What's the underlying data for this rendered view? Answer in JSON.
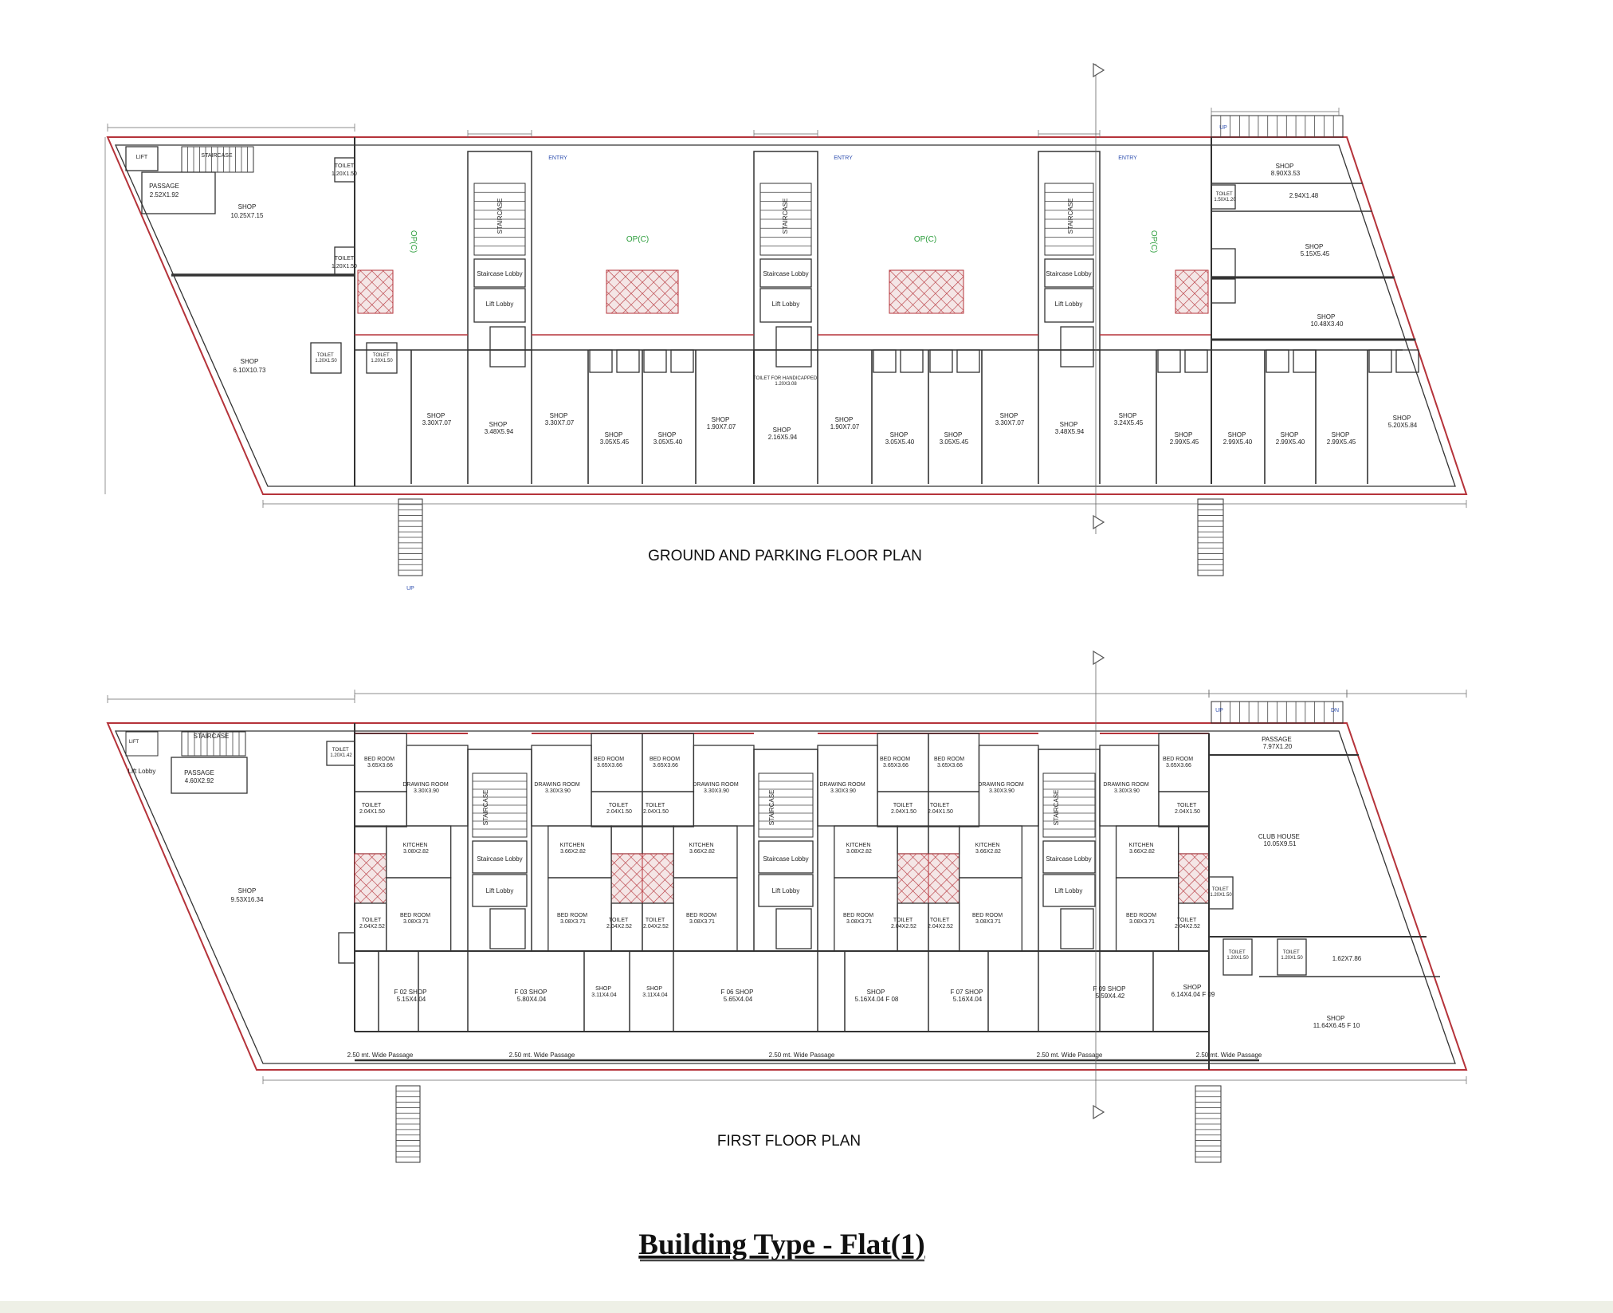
{
  "title": "Building Type - Flat(1)",
  "colors": {
    "outer_wall": "#b5333a",
    "wall": "#333333",
    "hatch": "#b5333a",
    "open_court_text": "#2a9d3a",
    "footer_band": "#eef0e6"
  },
  "ground_floor": {
    "title": "GROUND AND PARKING FLOOR PLAN",
    "labels": [
      "LIFT",
      "STAIRCASE",
      "PASSAGE",
      "2.52X1.92",
      "SHOP",
      "10.25X7.15",
      "TOILET",
      "1.20X1.50",
      "TOILET",
      "1.20X1.50",
      "SHOP",
      "6.10X10.73",
      "TOILET 1.20X1.50",
      "TOILET 1.20X1.50",
      "OP(C)",
      "OP(C)",
      "OP(C)",
      "OP(C)",
      "STAIRCASE",
      "STAIRCASE",
      "STAIRCASE",
      "Staircase Lobby",
      "Staircase Lobby",
      "Staircase Lobby",
      "Lift Lobby",
      "Lift Lobby",
      "Lift Lobby",
      "ENTRY",
      "ENTRY",
      "ENTRY",
      "SHOP 3.30X7.07",
      "SHOP 3.48X5.94",
      "SHOP 3.30X7.07",
      "SHOP 3.05X5.45",
      "SHOP 3.05X5.40",
      "SHOP 1.90X7.07",
      "SHOP 2.16X5.94",
      "TOILET FOR HANDICAPPED 1.20X3.08",
      "SHOP 1.90X7.07",
      "SHOP 3.05X5.40",
      "SHOP 3.05X5.45",
      "SHOP 3.30X7.07",
      "SHOP 3.48X5.94",
      "SHOP 3.24X5.45",
      "SHOP 2.99X5.45",
      "SHOP 2.99X5.40",
      "SHOP 2.99X5.40",
      "SHOP 2.99X5.45",
      "SHOP 5.20X5.84",
      "SHOP 8.90X3.53",
      "TOILET 1.50X1.20",
      "2.94X1.48",
      "SHOP 5.15X5.45",
      "SHOP 10.48X3.40",
      "UP",
      "UP"
    ]
  },
  "first_floor": {
    "title": "FIRST FLOOR PLAN",
    "labels": [
      "STAIRCASE",
      "LIFT",
      "Lift Lobby",
      "PASSAGE",
      "4.60X2.92",
      "TOILET 1.20X1.42",
      "SHOP",
      "9.53X16.34",
      "BED ROOM 3.65X3.66",
      "DRAWING ROOM 3.30X3.90",
      "TOILET 2.04X1.50",
      "KITCHEN 3.08X2.82",
      "BED ROOM 3.08X3.71",
      "TOILET 2.04X2.52",
      "DRAWING ROOM 3.30X3.90",
      "BED ROOM 3.65X3.66",
      "TOILET 2.04X1.50",
      "KITCHEN 3.66X2.82",
      "BED ROOM 3.08X3.71",
      "TOILET 2.04X2.52",
      "BED ROOM 3.65X3.66",
      "TOILET 2.04X1.50",
      "DRAWING ROOM 3.30X3.90",
      "KITCHEN 3.66X2.82",
      "BED ROOM 3.08X3.71",
      "TOILET 2.04X2.52",
      "DRAWING ROOM 3.30X3.90",
      "BED ROOM 3.65X3.66",
      "TOILET 2.04X1.50",
      "KITCHEN 3.08X2.82",
      "BED ROOM 3.08X3.71",
      "TOILET 2.04X2.52",
      "BED ROOM 3.65X3.66",
      "TOILET 2.04X1.50",
      "DRAWING ROOM 3.30X3.90",
      "KITCHEN 3.66X2.82",
      "BED ROOM 3.08X3.71",
      "TOILET 2.04X2.52",
      "DRAWING ROOM 3.30X3.90",
      "BED ROOM 3.65X3.66",
      "TOILET 2.04X1.50",
      "KITCHEN 3.66X2.82",
      "BED ROOM 3.08X3.71",
      "TOILET 2.04X2.52",
      "STAIRCASE",
      "STAIRCASE",
      "STAIRCASE",
      "Staircase Lobby",
      "Staircase Lobby",
      "Staircase Lobby",
      "Lift Lobby",
      "Lift Lobby",
      "Lift Lobby",
      "F 02 SHOP 5.15X4.04",
      "F 03 SHOP 5.80X4.04",
      "SHOP 3.11X4.04",
      "SHOP 3.11X4.04",
      "F 06 SHOP 5.65X4.04",
      "SHOP 5.16X4.04 F 08",
      "F 07 SHOP 5.16X4.04",
      "F 09 SHOP 5.59X4.42",
      "SHOP 6.14X4.04 F 09",
      "PASSAGE 7.97X1.20",
      "CLUB HOUSE 10.05X9.51",
      "TOILET 1.20X1.50",
      "1.62X7.86",
      "SHOP 11.64X6.45 F 10",
      "TOILET 1.20X1.50",
      "TOILET 1.20X1.50",
      "2.50 mt. Wide Passage",
      "2.50 mt. Wide Passage",
      "2.50 mt. Wide Passage",
      "2.50 mt. Wide Passage",
      "2.50 mt. Wide Passage",
      "UP",
      "DN"
    ]
  }
}
